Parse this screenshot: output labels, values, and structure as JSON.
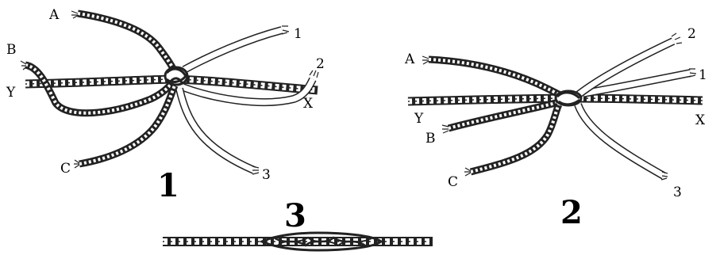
{
  "figure1": {
    "number": "1",
    "strands": {
      "a": "A",
      "b": "B",
      "c": "C",
      "one": "1",
      "two": "2",
      "three": "3"
    },
    "ends": {
      "x": "X",
      "y": "Y"
    }
  },
  "figure2": {
    "number": "2",
    "strands": {
      "a": "A",
      "b": "B",
      "c": "C",
      "one": "1",
      "two": "2",
      "three": "3"
    },
    "ends": {
      "x": "X",
      "y": "Y"
    }
  },
  "figure3": {
    "number": "3"
  }
}
